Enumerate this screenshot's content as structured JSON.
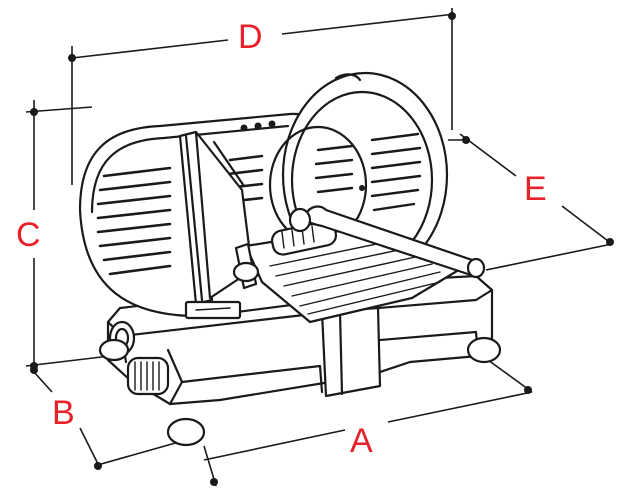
{
  "diagram": {
    "labels": {
      "a": "A",
      "b": "B",
      "c": "C",
      "d": "D",
      "e": "E"
    },
    "colors": {
      "label": "#e8202a",
      "line": "#1a1a1a",
      "background": "#ffffff"
    }
  }
}
